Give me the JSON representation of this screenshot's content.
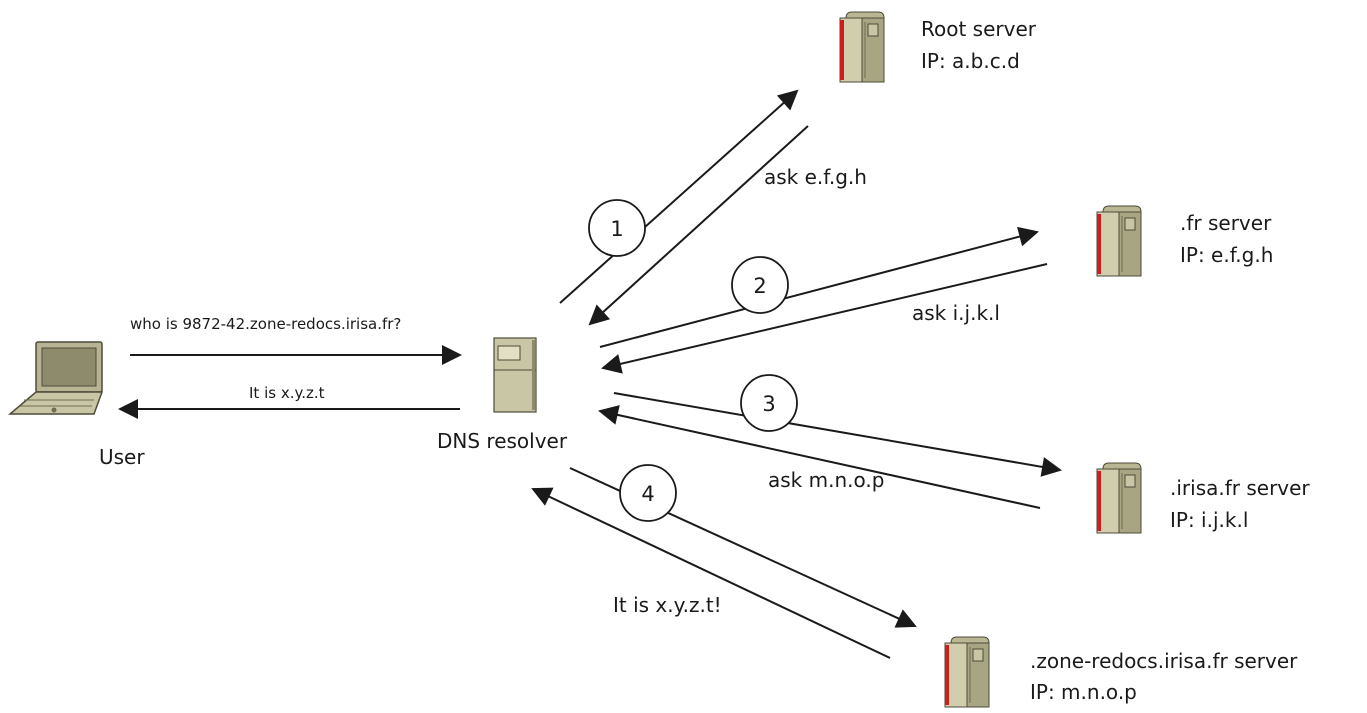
{
  "user": {
    "label": "User"
  },
  "resolver": {
    "label": "DNS resolver"
  },
  "query": {
    "question": "who is 9872-42.zone-redocs.irisa.fr?",
    "answer": "It is x.y.z.t"
  },
  "servers": {
    "root": {
      "name": "Root server",
      "ip": "IP: a.b.c.d"
    },
    "fr": {
      "name": ".fr server",
      "ip": "IP: e.f.g.h"
    },
    "irisa": {
      "name": ".irisa.fr server",
      "ip": "IP: i.j.k.l"
    },
    "zone": {
      "name": ".zone-redocs.irisa.fr server",
      "ip": "IP: m.n.o.p"
    }
  },
  "steps": {
    "one": {
      "number": "1",
      "reply": "ask e.f.g.h"
    },
    "two": {
      "number": "2",
      "reply": "ask i.j.k.l"
    },
    "three": {
      "number": "3",
      "reply": "ask m.n.o.p"
    },
    "four": {
      "number": "4",
      "reply": "It is x.y.z.t!"
    }
  },
  "colors": {
    "server_body": "#c9c6a6",
    "server_dark": "#8e8b6c",
    "server_stripe": "#cc1e1e",
    "line": "#1a1a1a"
  }
}
